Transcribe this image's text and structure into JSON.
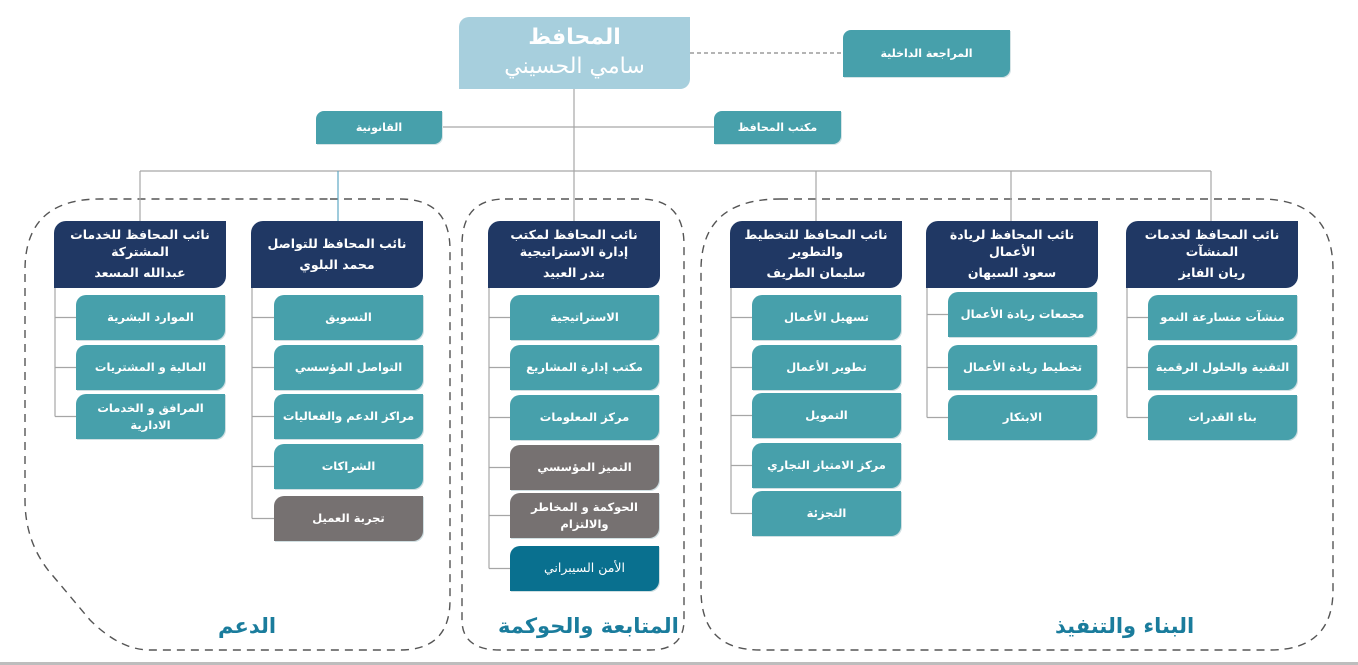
{
  "governor": {
    "title": "المحافظ",
    "name": "سامي الحسيني"
  },
  "staff_units": {
    "internal_audit": "المراجعة الداخلية",
    "governor_office": "مكتب المحافظ",
    "legal": "القانونية"
  },
  "clusters": {
    "support": "الدعم",
    "governance": "المتابعة والحوكمة",
    "execution": "البناء والتنفيذ"
  },
  "deputies": [
    {
      "title": "نائب المحافظ لخدمات المنشآت",
      "name": "ريان الفايز",
      "units": [
        {
          "label": "منشآت متسارعة النمو",
          "style": "teal"
        },
        {
          "label": "التقنية والحلول الرقمية",
          "style": "teal"
        },
        {
          "label": "بناء القدرات",
          "style": "teal"
        }
      ]
    },
    {
      "title": "نائب المحافظ لريادة الأعمال",
      "name": "سعود السبهان",
      "units": [
        {
          "label": "مجمعات ريادة الأعمال",
          "style": "teal"
        },
        {
          "label": "تخطيط ريادة الأعمال",
          "style": "teal"
        },
        {
          "label": "الابتكار",
          "style": "teal"
        }
      ]
    },
    {
      "title": "نائب المحافظ للتخطيط والتطوير",
      "name": "سليمان الطريف",
      "units": [
        {
          "label": "تسهيل الأعمال",
          "style": "teal"
        },
        {
          "label": "تطوير الأعمال",
          "style": "teal"
        },
        {
          "label": "التمويل",
          "style": "teal"
        },
        {
          "label": "مركز الامتياز التجاري",
          "style": "teal"
        },
        {
          "label": "التجزئة",
          "style": "teal"
        }
      ]
    },
    {
      "title": "نائب المحافظ لمكتب إدارة الاستراتيجية",
      "name": "بندر العبيد",
      "units": [
        {
          "label": "الاستراتيجية",
          "style": "teal"
        },
        {
          "label": "مكتب إدارة المشاريع",
          "style": "teal"
        },
        {
          "label": "مركز المعلومات",
          "style": "teal"
        },
        {
          "label": "التميز المؤسسي",
          "style": "gray"
        },
        {
          "label": "الحوكمة و المخاطر والالتزام",
          "style": "gray"
        },
        {
          "label": "الأمن السيبراني",
          "style": "blue"
        }
      ]
    },
    {
      "title": "نائب المحافظ للتواصل",
      "name": "محمد البلوي",
      "units": [
        {
          "label": "التسويق",
          "style": "teal"
        },
        {
          "label": "التواصل المؤسسي",
          "style": "teal"
        },
        {
          "label": "مراكز الدعم والفعاليات",
          "style": "teal"
        },
        {
          "label": "الشراكات",
          "style": "teal"
        },
        {
          "label": "تجربة العميل",
          "style": "gray"
        }
      ]
    },
    {
      "title": "نائب المحافظ للخدمات المشتركة",
      "name": "عبدالله المسعد",
      "units": [
        {
          "label": "الموارد البشرية",
          "style": "teal"
        },
        {
          "label": "المالية و المشتريات",
          "style": "teal"
        },
        {
          "label": "المرافق و الخدمات الادارية",
          "style": "teal"
        }
      ]
    }
  ],
  "colors": {
    "governor_box": "#a7cfdd",
    "deputy_box": "#203864",
    "unit_teal": "#47a0ab",
    "unit_gray": "#767171",
    "unit_blue": "#09708f",
    "cluster_label": "#1a7c9c",
    "connector": "#a6a6a6"
  }
}
